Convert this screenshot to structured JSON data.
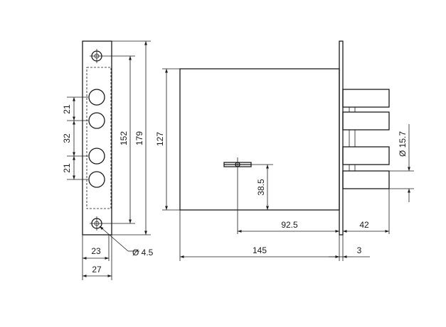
{
  "drawing": {
    "faceplate": {
      "pitch_top": "21",
      "pitch_mid": "32",
      "pitch_bottom": "21",
      "hole_span": "152",
      "plate_height": "179",
      "inner_width": "23",
      "plate_width": "27",
      "screw_hole": "Ø 4.5"
    },
    "body": {
      "height": "127",
      "handle_height": "38.5",
      "backset": "92.5",
      "bolt_throw": "42",
      "case_length": "145",
      "plate_thickness": "3",
      "bolt_diameter": "Ø 15.7"
    }
  },
  "colors": {
    "line": "#1a1a1a",
    "background": "#ffffff"
  }
}
